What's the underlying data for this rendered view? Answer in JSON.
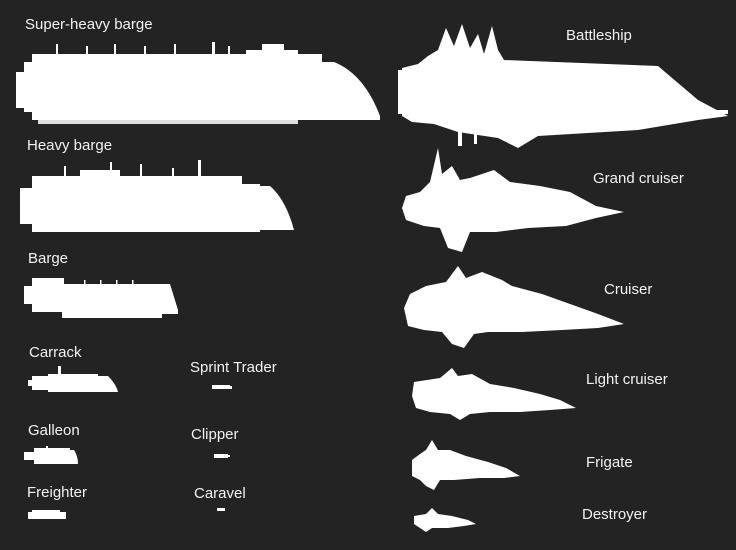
{
  "colors": {
    "background": "#232323",
    "text": "#f2f2f2",
    "silhouette": "#ffffff"
  },
  "labels": {
    "super_heavy_barge": "Super-heavy barge",
    "heavy_barge": "Heavy barge",
    "barge": "Barge",
    "carrack": "Carrack",
    "sprint_trader": "Sprint Trader",
    "galleon": "Galleon",
    "clipper": "Clipper",
    "freighter": "Freighter",
    "caravel": "Caravel",
    "battleship": "Battleship",
    "grand_cruiser": "Grand cruiser",
    "cruiser": "Cruiser",
    "light_cruiser": "Light cruiser",
    "frigate": "Frigate",
    "destroyer": "Destroyer"
  }
}
